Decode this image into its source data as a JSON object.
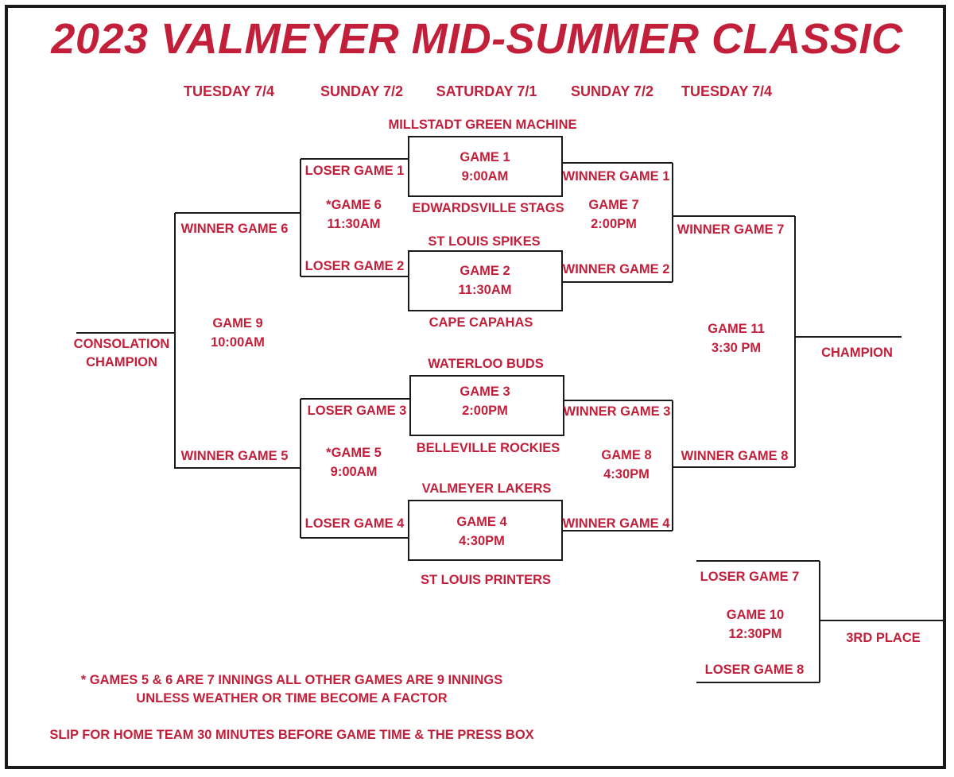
{
  "title": "2023 VALMEYER MID-SUMMER CLASSIC",
  "days": [
    "TUESDAY 7/4",
    "SUNDAY 7/2",
    "SATURDAY 7/1",
    "SUNDAY 7/2",
    "TUESDAY 7/4"
  ],
  "teams": {
    "millstadt": "MILLSTADT GREEN MACHINE",
    "edwardsville": "EDWARDSVILLE STAGS",
    "stlouis_spikes": "ST LOUIS SPIKES",
    "cape": "CAPE CAPAHAS",
    "waterloo": "WATERLOO BUDS",
    "belleville": "BELLEVILLE ROCKIES",
    "valmeyer": "VALMEYER LAKERS",
    "stlouis_printers": "ST LOUIS PRINTERS"
  },
  "games": {
    "g1": {
      "name": "GAME 1",
      "time": "9:00AM"
    },
    "g2": {
      "name": "GAME 2",
      "time": "11:30AM"
    },
    "g3": {
      "name": "GAME 3",
      "time": "2:00PM"
    },
    "g4": {
      "name": "GAME 4",
      "time": "4:30PM"
    },
    "g5": {
      "name": "*GAME 5",
      "time": "9:00AM"
    },
    "g6": {
      "name": "*GAME 6",
      "time": "11:30AM"
    },
    "g7": {
      "name": "GAME 7",
      "time": "2:00PM"
    },
    "g8": {
      "name": "GAME 8",
      "time": "4:30PM"
    },
    "g9": {
      "name": "GAME 9",
      "time": "10:00AM"
    },
    "g10": {
      "name": "GAME 10",
      "time": "12:30PM"
    },
    "g11": {
      "name": "GAME 11",
      "time": "3:30 PM"
    }
  },
  "labels": {
    "loser_g1": "LOSER GAME 1",
    "loser_g2": "LOSER GAME 2",
    "loser_g3": "LOSER GAME 3",
    "loser_g4": "LOSER GAME 4",
    "loser_g7": "LOSER GAME 7",
    "loser_g8": "LOSER GAME 8",
    "winner_g1": "WINNER GAME 1",
    "winner_g2": "WINNER GAME 2",
    "winner_g3": "WINNER GAME 3",
    "winner_g4": "WINNER GAME 4",
    "winner_g5": "WINNER GAME 5",
    "winner_g6": "WINNER GAME 6",
    "winner_g7": "WINNER GAME 7",
    "winner_g8": "WINNER GAME 8",
    "consolation_1": "CONSOLATION",
    "consolation_2": "CHAMPION",
    "champion": "CHAMPION",
    "third_place": "3RD PLACE"
  },
  "notes": {
    "innings_1": "* GAMES 5 & 6 ARE 7 INNINGS ALL OTHER GAMES ARE 9 INNINGS",
    "innings_2": "UNLESS WEATHER OR TIME BECOME A FACTOR",
    "slip": "SLIP FOR HOME TEAM 30 MINUTES BEFORE GAME TIME & THE PRESS BOX"
  },
  "colors": {
    "accent": "#c21f3a",
    "line": "#1a1a1a"
  }
}
